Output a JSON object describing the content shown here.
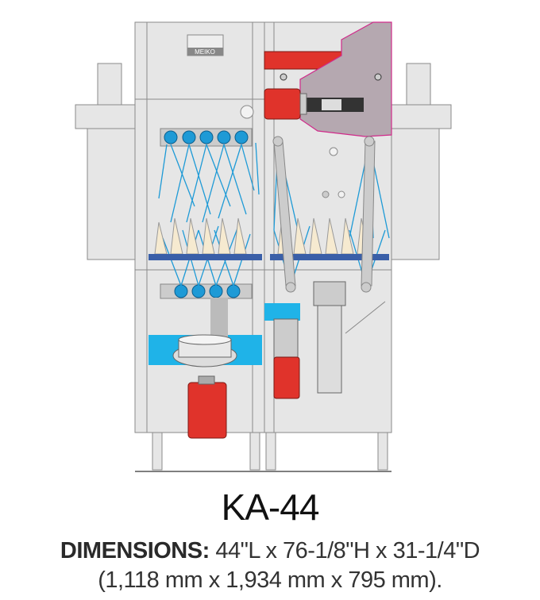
{
  "diagram": {
    "logo_text": "MEIKO",
    "colors": {
      "body": "#e6e6e6",
      "outline": "#8a8a8a",
      "spray": "#1e9ad6",
      "tank": "#1fb3e8",
      "motor": "#e0332b",
      "hood": "#b5a8b0",
      "hood_edge": "#d02b8a",
      "rail": "#3a5fa8"
    }
  },
  "model": "KA-44",
  "dimensions": {
    "label": "DIMENSIONS:",
    "imperial": "44\"L x 76-1/8\"H x 31-1/4\"D",
    "metric": "(1,118 mm x 1,934 mm x 795 mm)."
  }
}
